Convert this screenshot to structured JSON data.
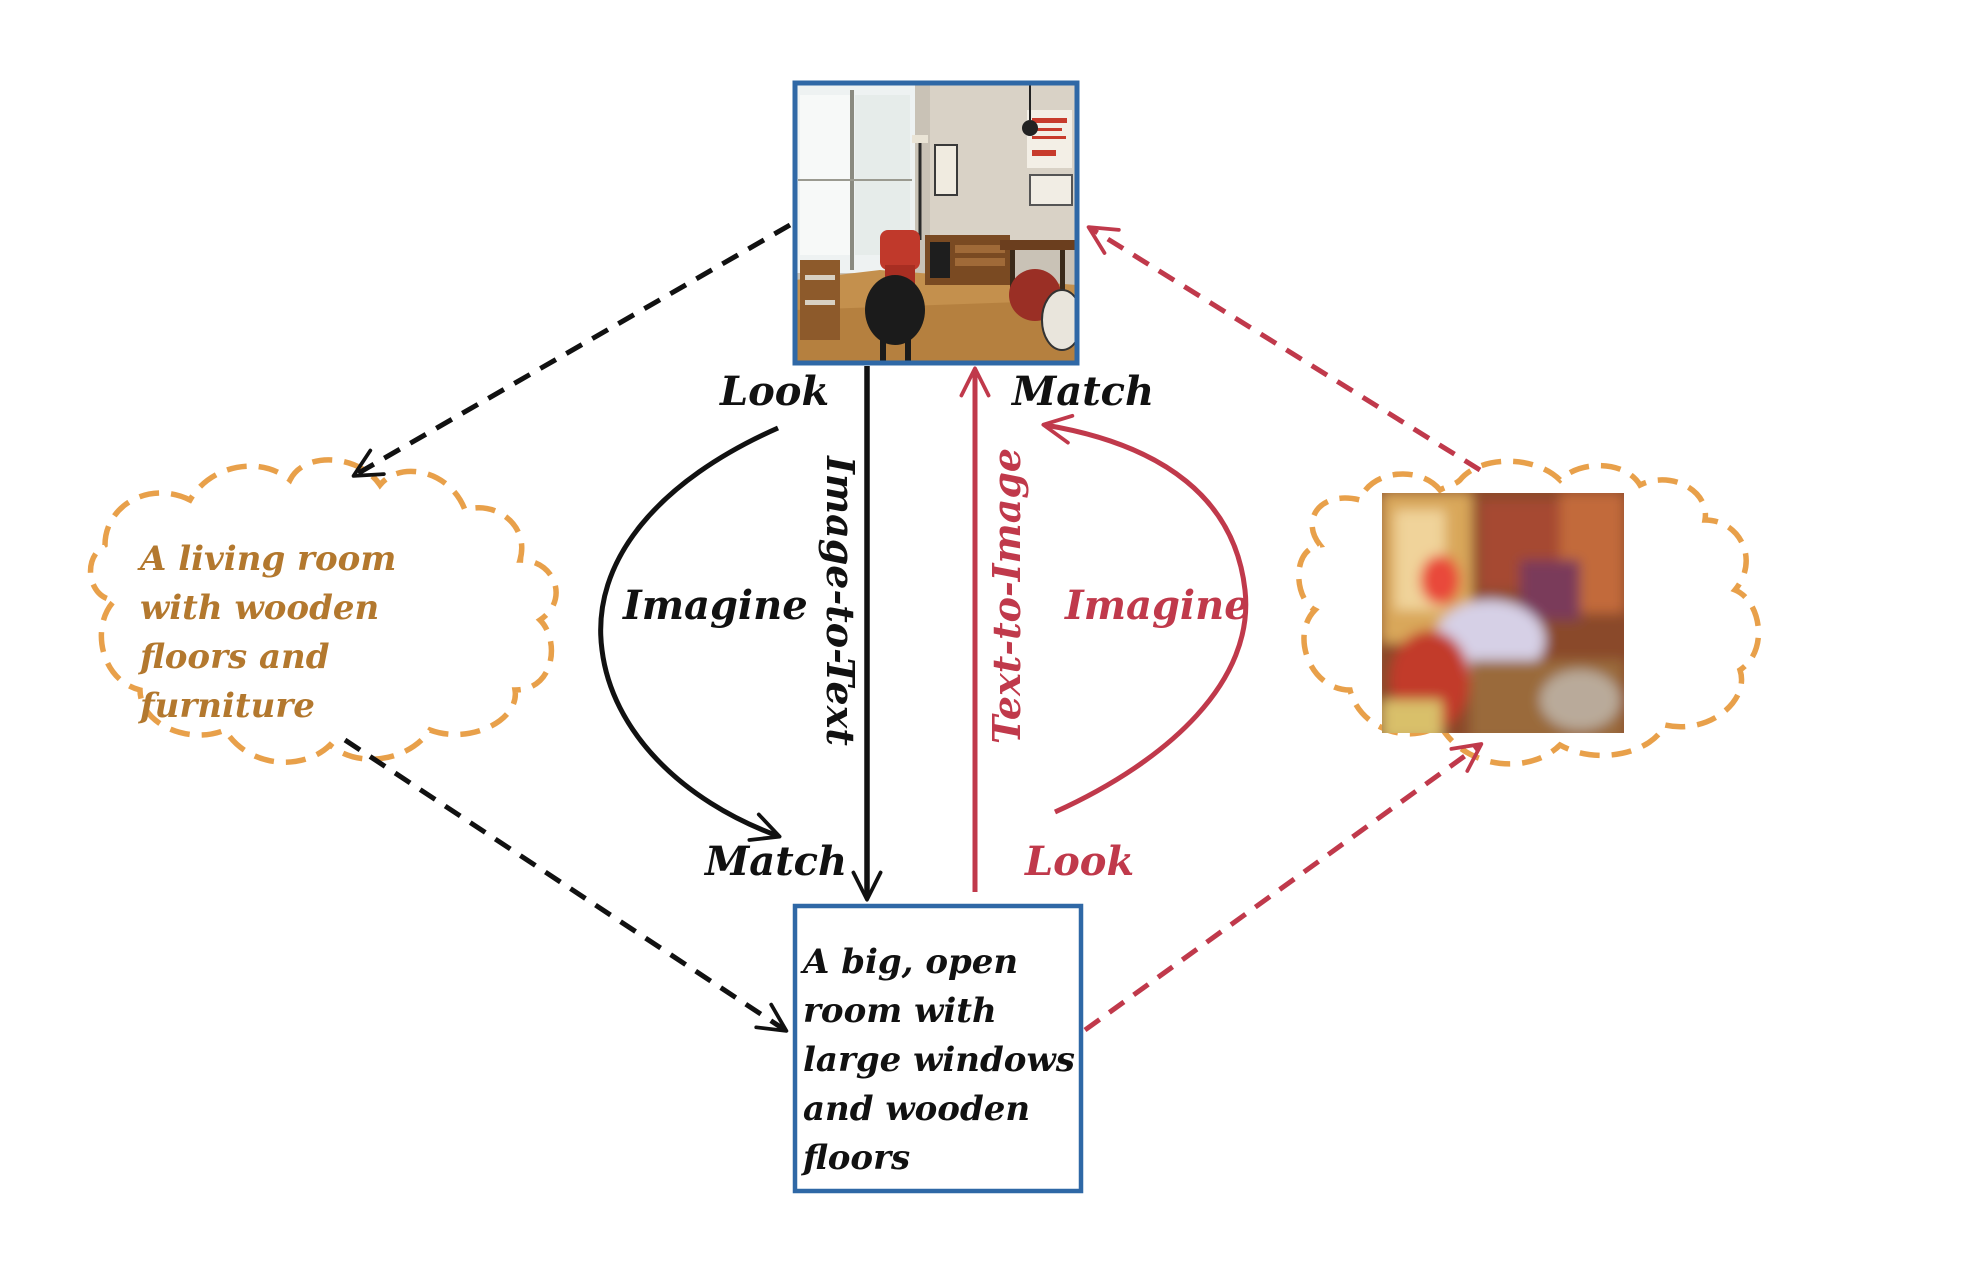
{
  "diagram": {
    "colors": {
      "black": "#111111",
      "red": "#c0394b",
      "orange": "#e8a04a",
      "thought_text": "#b3782e",
      "box_border": "#2f68a6"
    },
    "real_image": {
      "description_icon": "living-room-photo"
    },
    "generated_image": {
      "description_icon": "blurry-generated-room-image"
    },
    "left_thought": {
      "text": "A living room with wooden floors and furniture"
    },
    "caption_box": {
      "text": "A big, open room with large windows and wooden floors"
    },
    "labels": {
      "look_top": "Look",
      "match_top": "Match",
      "imagine_left": "Imagine",
      "imagine_right": "Imagine",
      "match_bottom": "Match",
      "look_bottom": "Look",
      "image_to_text": "Image-to-Text",
      "text_to_image": "Text-to-Image"
    }
  }
}
